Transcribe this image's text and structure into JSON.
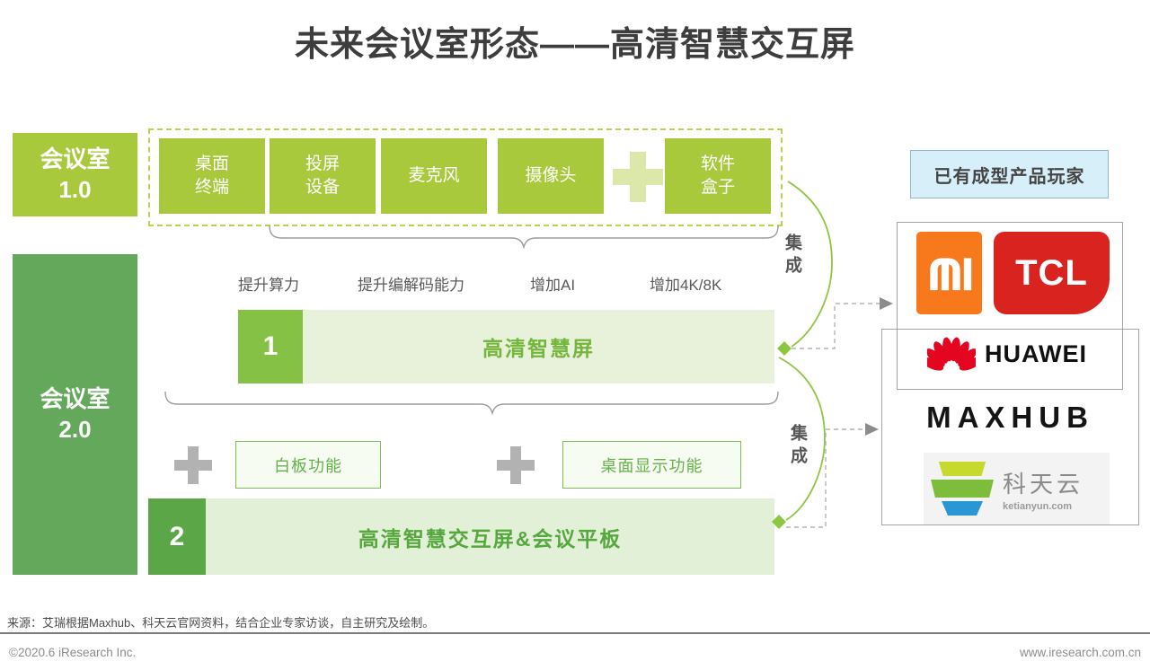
{
  "title": "未来会议室形态——高清智慧交互屏",
  "rooms": {
    "v1": "会议室\n1.0",
    "v2": "会议室\n2.0"
  },
  "components": [
    "桌面\n终端",
    "投屏\n设备",
    "麦克风",
    "摄像头",
    "软件\n盒子"
  ],
  "upgrades": [
    "提升算力",
    "提升编解码能力",
    "增加AI",
    "增加4K/8K"
  ],
  "stage1": {
    "number": "1",
    "label": "高清智慧屏"
  },
  "stage2": {
    "number": "2",
    "label": "高清智慧交互屏&会议平板"
  },
  "additions": {
    "whiteboard": "白板功能",
    "desktop": "桌面显示功能"
  },
  "integrate_label": "集成",
  "players": {
    "header": "已有成型产品玩家",
    "xiaomi": "xiaomi-logo",
    "tcl_text": "TCL",
    "huawei_text": "HUAWEI",
    "maxhub_text": "MAXHUB",
    "ketianyun_cn": "科天云",
    "ketianyun_url": "ketianyun.com"
  },
  "footer": {
    "source": "来源：艾瑞根据Maxhub、科天云官网资料，结合企业专家访谈，自主研究及绘制。",
    "copyright": "©2020.6 iResearch Inc.",
    "website": "www.iresearch.com.cn"
  },
  "colors": {
    "light_green": "#a9c93d",
    "mid_green": "#64a95b",
    "bar1_green": "#85c144",
    "bar2_green": "#5ba747",
    "pale_green_bg": "#e8f1da",
    "outline_green": "#7dbf55",
    "header_blue_bg": "#d6eff9",
    "xiaomi_orange": "#f8791b",
    "tcl_red": "#d8231f",
    "huawei_red": "#e40521",
    "ketianyun_blue": "#2897d4"
  }
}
